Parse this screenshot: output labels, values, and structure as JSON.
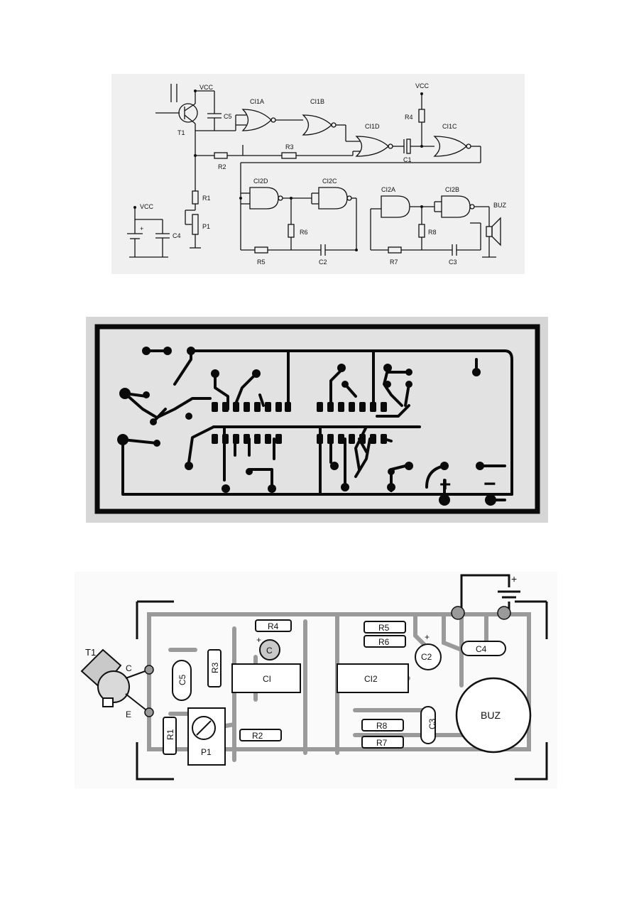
{
  "schematic": {
    "labels": {
      "vcc_top": "VCC",
      "vcc_left": "VCC",
      "vcc_right": "VCC",
      "T1": "T1",
      "C5": "C5",
      "R2": "R2",
      "R1": "R1",
      "P1": "P1",
      "C4": "C4",
      "CI1A": "CI1A",
      "CI1B": "CI1B",
      "CI1D": "CI1D",
      "CI1C": "CI1C",
      "R3": "R3",
      "R4": "R4",
      "C1": "C1",
      "CI2D": "CI2D",
      "CI2C": "CI2C",
      "CI2A": "CI2A",
      "CI2B": "CI2B",
      "R5": "R5",
      "R6": "R6",
      "C2": "C2",
      "R7": "R7",
      "R8": "R8",
      "C3": "C3",
      "BUZ": "BUZ",
      "plus": "+"
    }
  },
  "pcb": {
    "plus": "+",
    "minus": "−"
  },
  "layout": {
    "labels": {
      "T1": "T1",
      "C": "C",
      "E": "E",
      "C5": "C5",
      "R1": "R1",
      "R3": "R3",
      "P1": "P1",
      "R4": "R4",
      "C1_cap": "C",
      "CI_chip": "CI",
      "R2": "R2",
      "R5": "R5",
      "R6": "R6",
      "CI2": "CI2",
      "C2": "C2",
      "R8": "R8",
      "R7": "R7",
      "C3": "C3",
      "C4": "C4",
      "BUZ": "BUZ",
      "plus_battery": "+",
      "plus_c1": "+",
      "plus_c2": "+"
    }
  }
}
